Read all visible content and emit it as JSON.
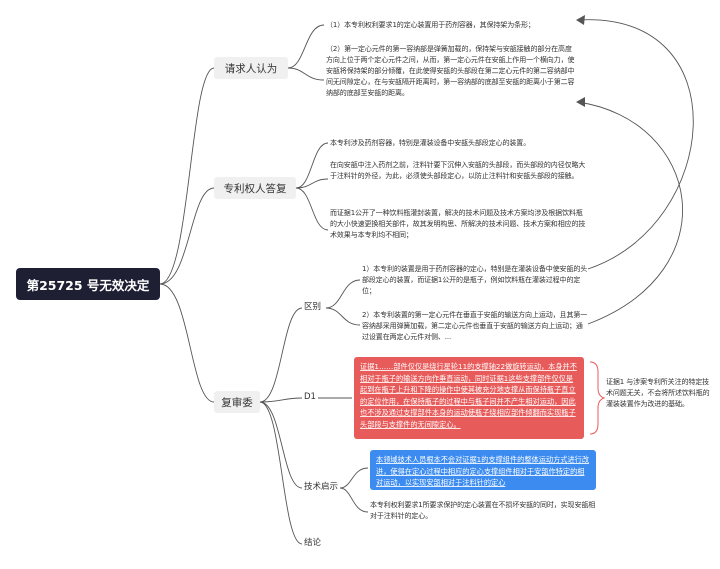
{
  "root": {
    "title": "第25725 号无效决定"
  },
  "branches": {
    "claimant": "请求人认为",
    "patentee": "专利权人答复",
    "board": "复审委"
  },
  "subnodes": {
    "difference": "区别",
    "d1": "D1",
    "inspiration": "技术启示",
    "conclusion": "结论"
  },
  "claimant_points": [
    "（1）本专利权利要求1的定心装置用于药剂容器，其保持架为条形；",
    "（2）第一定心元件的第一容纳部是弹簧加载的，保持架与安瓿接触的部分在高度方向上位于两个定心元件之间，从而，第一定心元件在安瓿上作用一个横向力，使安瓿将保持架的部分倾覆，在此使得安瓿的头部段在第二定心元件的第二容纳部中间无间隙定心，在与安瓿隔开距离时，第一容纳部的底部至安瓿的距离小于第二容纳部的底部至安瓿的距离。"
  ],
  "patentee_points": [
    "本专利涉及药剂容器，特别是灌装设备中安瓿头部段定心的装置。",
    "在向安瓿中注入药剂之前，注料针要下沉伸入安瓿的头部段，而头部段的内径仅略大于注料针的外径，为此，必须使头部段定心，以防止注料针和安瓿头部段的接触。",
    "而证据1公开了一种饮料瓶灌封装置，解决的技术问题及技术方案均涉及根据饮料瓶的大小快速更换相关部件，故其发明构思、所解决的技术问题、技术方案和相应的技术效果与本专利均不相同；"
  ],
  "difference_points": [
    "1）本专利的装置是用于药剂容器的定心，特别是在灌装设备中使安瓿的头部段定心的装置，而证据1公开的是瓶子，例如饮料瓶在灌装过程中的定位；",
    "2）本专利装置的第一定心元件在垂直于安瓿的输送方向上运动，且其第一容纳部采用弹簧加载，第二定心元件也垂直于安瓿的输送方向上运动；通过设置在两定心元件对侧、..."
  ],
  "d1_box": "证据1……部件仅仅是绕行星轮11的支撑轴22做旋转运动，本身并不相对于瓶子的输送方向作垂直运动，同时证据1这些支撑部件仅仅是起到在瓶子上升和下降的操作中使其被充分地支撑从而保持瓶子直立的定位作用，在保持瓶子的过程中与瓶子间并不产生相对运动，因此也不涉及通过支撑部件本身的运动使瓶子绕相应部件倾翻而实现瓶子头部段与支撑件的无间隙定心。",
  "d1_side": "证据1 与涉案专利所关注的特定技术问题无关，不会将所述饮料瓶的灌装装置作为改进的基础。",
  "inspiration_box": "本领域技术人员根本不会对证据1的支撑组件的整体运动方式进行改进，使得在定心过程中相应的定心支撑组件相对于安瓿作特定的相对运动，以实现安瓿相对于注料针的定心",
  "conclusion_text": "本专利权利要求1所要求保护的定心装置在不损坏安瓿的同时，实现安瓿相对于注料针的定心。",
  "colors": {
    "root": "#1e1f33",
    "red_box": "#e85b5b",
    "blue_box": "#3b8bf0",
    "connector": "#555555",
    "bracket_red": "#e85b5b"
  }
}
